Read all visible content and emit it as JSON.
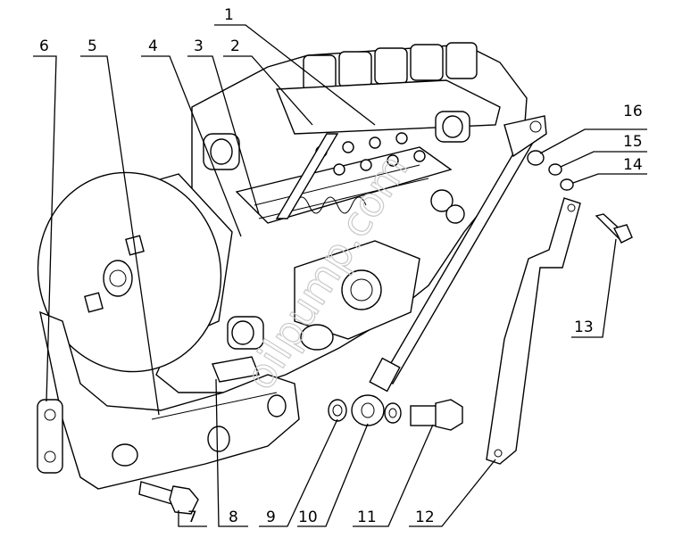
{
  "diagram": {
    "callouts": [
      "1",
      "2",
      "3",
      "4",
      "5",
      "6",
      "7",
      "8",
      "9",
      "10",
      "11",
      "12",
      "13",
      "14",
      "15",
      "16"
    ],
    "watermark": "oilpump.com"
  }
}
